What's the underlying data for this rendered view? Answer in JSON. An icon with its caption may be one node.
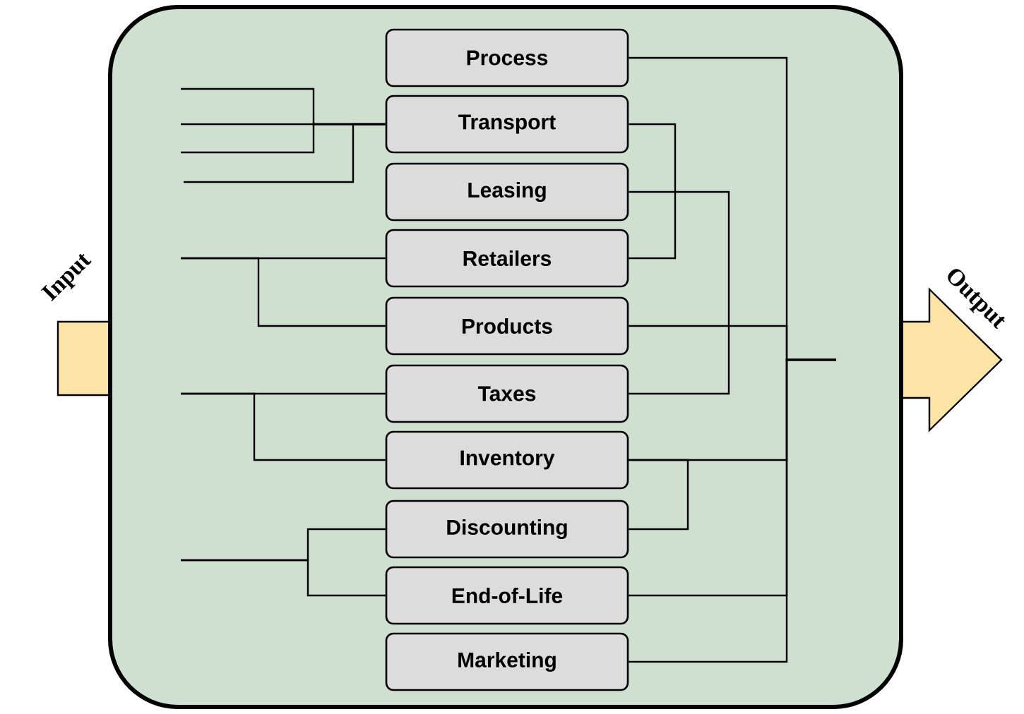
{
  "diagram": {
    "nodes": [
      {
        "text": [],
        "shape": "box"
      },
      {
        "text": [
          "Process"
        ],
        "in": 0
      },
      {
        "text": [
          "Transport"
        ],
        "in": 0
      },
      {
        "text": [
          "Leasing"
        ],
        "in": 0
      },
      {
        "text": [
          "Retailers"
        ],
        "in": 0
      },
      {
        "text": [
          "Products"
        ],
        "in": 0
      },
      {
        "text": [
          "Taxes"
        ],
        "in": 0
      },
      {
        "text": [
          "Inventory"
        ],
        "in": 0
      },
      {
        "text": [
          "Discounting"
        ],
        "in": 0
      },
      {
        "text": [
          "End-of-Life"
        ],
        "in": 0
      },
      {
        "text": [
          "Marketing"
        ],
        "in": 0
      }
    ],
    "edges": [
      {
        "from": null,
        "to": 2,
        "arrow": "none"
      },
      {
        "from": null,
        "to": 2,
        "arrow": "none"
      },
      {
        "from": null,
        "to": 2,
        "arrow": "none"
      },
      {
        "from": null,
        "to": 2,
        "arrow": "none"
      },
      {
        "from": null,
        "to": 4,
        "arrow": "none"
      },
      {
        "from": null,
        "to": 5,
        "arrow": "none"
      },
      {
        "from": null,
        "to": 6,
        "arrow": "none"
      },
      {
        "from": null,
        "to": 7,
        "arrow": "none"
      },
      {
        "from": null,
        "to": 8,
        "arrow": "none"
      },
      {
        "from": null,
        "to": 9,
        "arrow": "none"
      },
      {
        "from": 2,
        "to": 4,
        "arrow": "none"
      },
      {
        "from": 3,
        "to": 6,
        "arrow": "none"
      },
      {
        "from": 7,
        "to": 8,
        "arrow": "none"
      },
      {
        "from": 1,
        "to": null,
        "arrow": "none"
      },
      {
        "from": 5,
        "to": null,
        "arrow": "none"
      },
      {
        "from": 7,
        "to": null,
        "arrow": "none"
      },
      {
        "from": 9,
        "to": null,
        "arrow": "none"
      },
      {
        "from": 10,
        "to": null,
        "arrow": "none"
      }
    ],
    "labels": [
      "Input",
      "Output"
    ]
  }
}
